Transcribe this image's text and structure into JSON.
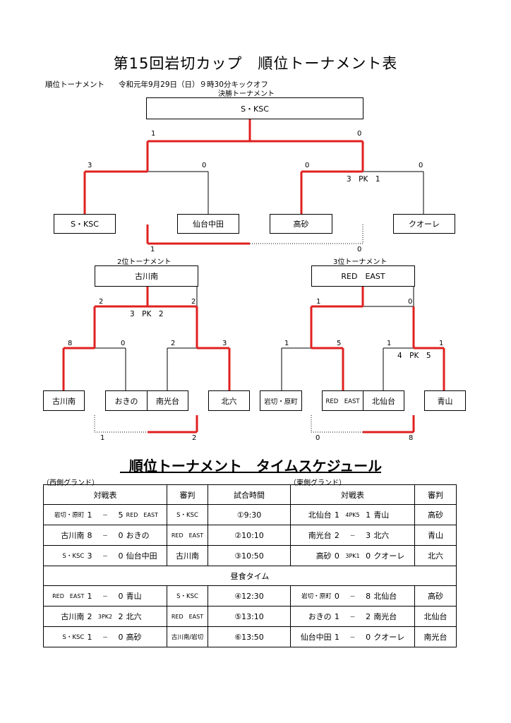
{
  "title": "第15回岩切カップ　順位トーナメント表",
  "subtitle_left": "順位トーナメント",
  "subtitle_date": "令和元年9月29日（日）９時30分キックオフ",
  "final": {
    "label": "決勝トーナメント",
    "winner": "S・KSC",
    "scores": {
      "top_left": "1",
      "top_right": "0",
      "sf1_left": "3",
      "sf1_right": "0",
      "sf2_left": "0",
      "sf2_right": "0",
      "pk": "3　PK　1",
      "third_left": "1",
      "third_right": "0"
    },
    "teams": [
      "S・KSC",
      "仙台中田",
      "高砂",
      "クオーレ"
    ]
  },
  "second": {
    "label": "2位トーナメント",
    "winner": "古川南",
    "scores": {
      "top_left": "2",
      "top_right": "2",
      "pk": "3　PK　2",
      "sf1_left": "8",
      "sf1_right": "0",
      "sf2_left": "2",
      "sf2_right": "3",
      "third_left": "1",
      "third_right": "2"
    },
    "teams": [
      "古川南",
      "おきの",
      "南光台",
      "北六"
    ]
  },
  "third": {
    "label": "3位トーナメント",
    "winner": "RED　EAST",
    "scores": {
      "top_left": "1",
      "top_right": "0",
      "sf1_left": "1",
      "sf1_right": "5",
      "sf2_left": "1",
      "sf2_right": "1",
      "pk": "4　PK　5",
      "third_left": "0",
      "third_right": "8"
    },
    "teams": [
      "岩切・原町",
      "RED　EAST",
      "北仙台",
      "青山"
    ]
  },
  "schedule": {
    "title": "順位トーナメント　タイムスケジュール",
    "west_ground": "（西側グランド）",
    "east_ground": "（東側グランド）",
    "headers": [
      "対戦表",
      "審判",
      "試合時間",
      "対戦表",
      "審判"
    ],
    "lunch": "昼食タイム",
    "rows": [
      {
        "west": {
          "a": "岩切・原町",
          "sa": "1",
          "mid": "－",
          "sb": "5",
          "b": "RED　EAST"
        },
        "west_ref": "S・KSC",
        "time": "①9:30",
        "east": {
          "a": "北仙台",
          "sa": "1",
          "mid": "4PK5",
          "sb": "1",
          "b": "青山"
        },
        "east_ref": "高砂"
      },
      {
        "west": {
          "a": "古川南",
          "sa": "8",
          "mid": "－",
          "sb": "0",
          "b": "おきの"
        },
        "west_ref": "RED　EAST",
        "time": "②10:10",
        "east": {
          "a": "南光台",
          "sa": "2",
          "mid": "－",
          "sb": "3",
          "b": "北六"
        },
        "east_ref": "青山"
      },
      {
        "west": {
          "a": "S・KSC",
          "sa": "3",
          "mid": "－",
          "sb": "0",
          "b": "仙台中田"
        },
        "west_ref": "古川南",
        "time": "③10:50",
        "east": {
          "a": "高砂",
          "sa": "0",
          "mid": "3PK1",
          "sb": "0",
          "b": "クオーレ"
        },
        "east_ref": "北六"
      },
      {
        "west": {
          "a": "RED　EAST",
          "sa": "1",
          "mid": "－",
          "sb": "0",
          "b": "青山"
        },
        "west_ref": "S・KSC",
        "time": "④12:30",
        "east": {
          "a": "岩切・原町",
          "sa": "0",
          "mid": "－",
          "sb": "8",
          "b": "北仙台"
        },
        "east_ref": "高砂"
      },
      {
        "west": {
          "a": "古川南",
          "sa": "2",
          "mid": "3PK2",
          "sb": "2",
          "b": "北六"
        },
        "west_ref": "RED　EAST",
        "time": "⑤13:10",
        "east": {
          "a": "おきの",
          "sa": "1",
          "mid": "－",
          "sb": "2",
          "b": "南光台"
        },
        "east_ref": "北仙台"
      },
      {
        "west": {
          "a": "S・KSC",
          "sa": "1",
          "mid": "－",
          "sb": "0",
          "b": "高砂"
        },
        "west_ref": "古川南/岩切",
        "time": "⑥13:50",
        "east": {
          "a": "仙台中田",
          "sa": "1",
          "mid": "－",
          "sb": "0",
          "b": "クオーレ"
        },
        "east_ref": "南光台"
      }
    ]
  },
  "colors": {
    "win_line": "#e02020",
    "line": "#000000"
  }
}
